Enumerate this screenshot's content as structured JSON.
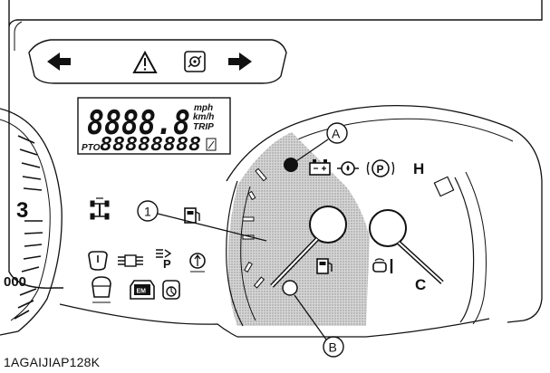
{
  "caption": "1AGAIJIAP128K",
  "lcd": {
    "main_digits": "8888.8",
    "unit_mph": "mph",
    "unit_kmh": "km/h",
    "unit_trip": "TRIP",
    "pto_label": "PTO",
    "pto_digits": "88888888"
  },
  "tach": {
    "digit_3": "3",
    "digit_000": "000"
  },
  "gauge": {
    "high_label": "H",
    "cold_label": "C"
  },
  "callouts": {
    "a": "A",
    "b": "B",
    "one": "1"
  },
  "icons": {
    "parking": "P",
    "pto_small": "P",
    "engine_ind": "EM"
  }
}
